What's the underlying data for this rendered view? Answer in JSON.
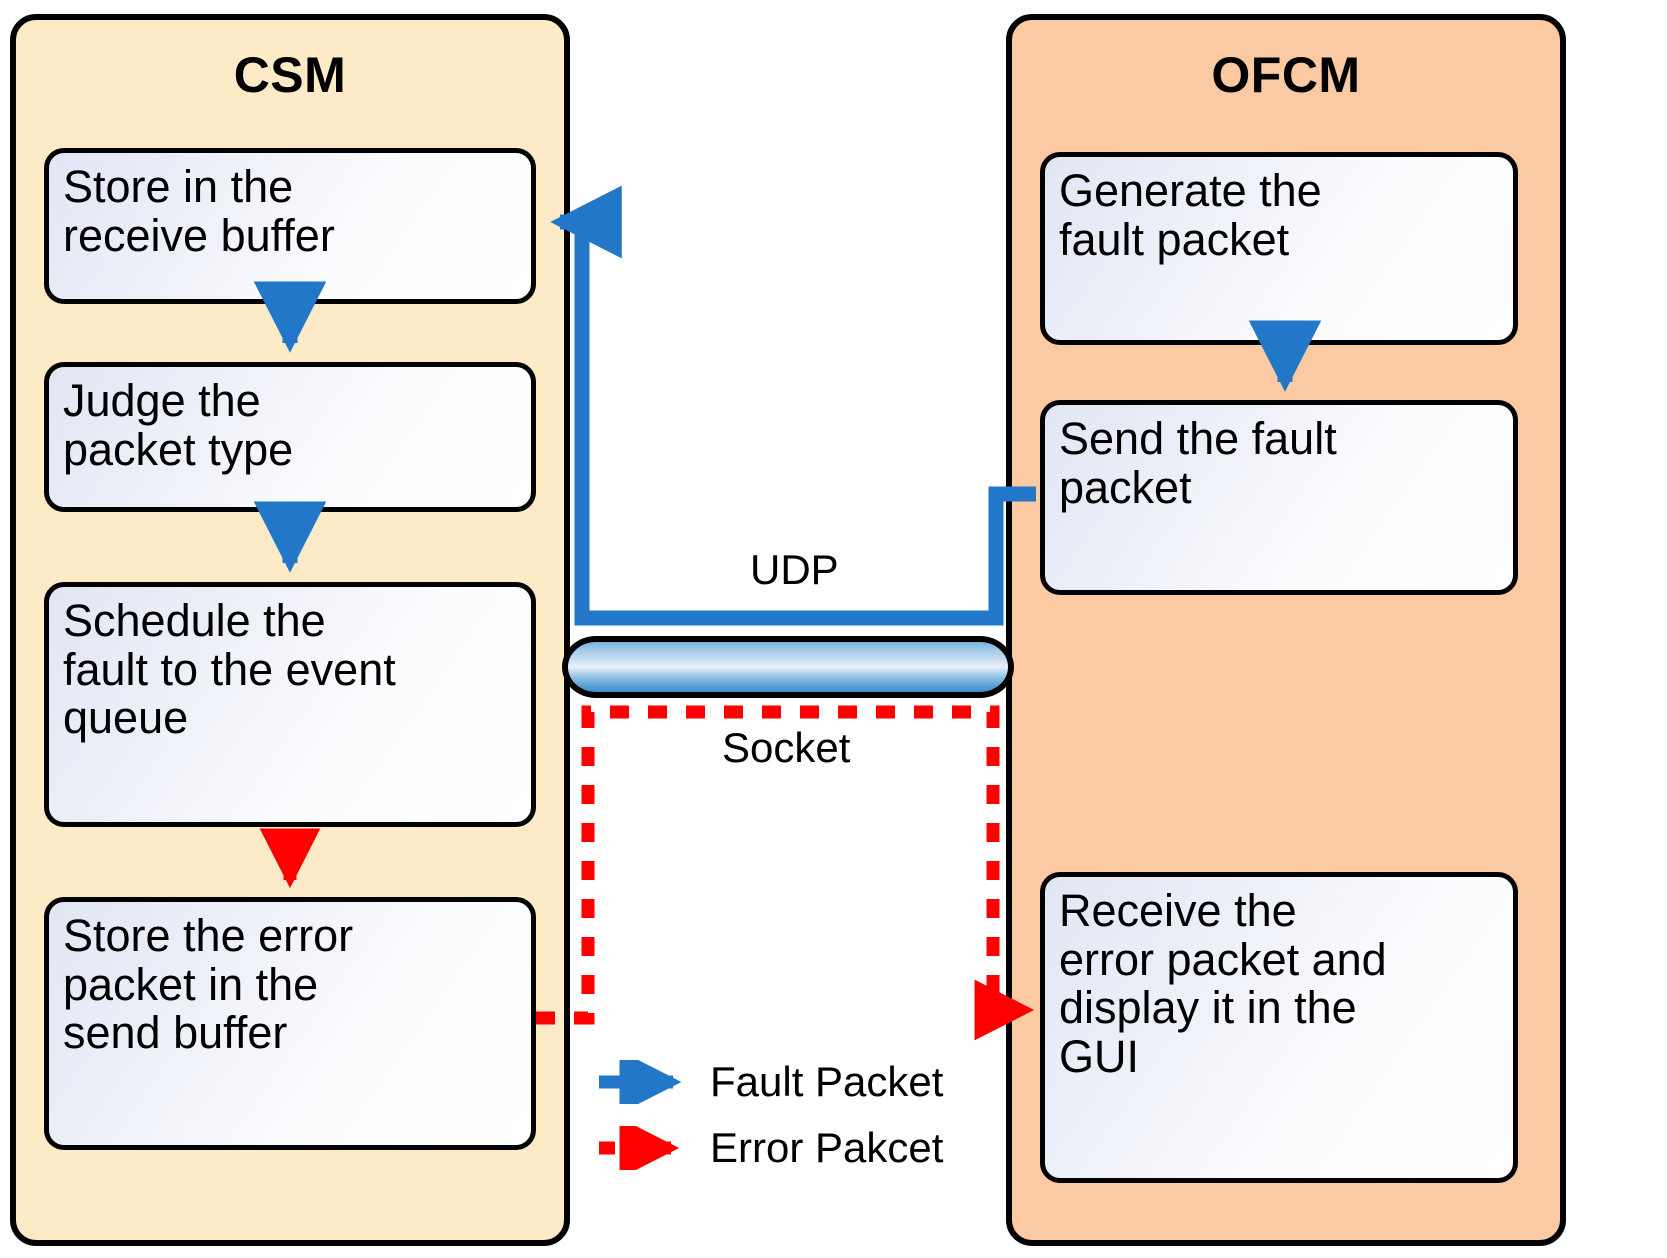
{
  "diagram": {
    "title": "CSM and OFCM fault/error packet exchange over UDP Socket",
    "colors": {
      "csm_panel_fill": "#fdebc8",
      "ofcm_panel_fill": "#fbcaa2",
      "panel_border": "#000000",
      "box_fill": "#f4f6fc",
      "fault_arrow": "#2277c8",
      "error_arrow": "#ff0000",
      "pipe_fill": "#7ab3dd"
    }
  },
  "panels": [
    {
      "id": "csm",
      "title": "CSM",
      "boxes": [
        {
          "id": "store-receive-buffer",
          "lines": [
            "Store in the",
            "receive buffer"
          ]
        },
        {
          "id": "judge-packet-type",
          "lines": [
            "Judge the",
            "packet type"
          ]
        },
        {
          "id": "schedule-fault",
          "lines": [
            "Schedule the",
            "fault to the event",
            "queue"
          ]
        },
        {
          "id": "store-error-packet",
          "lines": [
            "Store the error",
            "packet in the",
            "send buffer"
          ]
        }
      ]
    },
    {
      "id": "ofcm",
      "title": "OFCM",
      "boxes": [
        {
          "id": "generate-fault-packet",
          "lines": [
            "Generate the",
            "fault packet"
          ]
        },
        {
          "id": "send-fault-packet",
          "lines": [
            "Send the fault",
            "packet"
          ]
        },
        {
          "id": "receive-error-packet",
          "lines": [
            "Receive the",
            "error packet and",
            "display it in the",
            "GUI"
          ]
        }
      ]
    }
  ],
  "middle": {
    "udp_label": "UDP",
    "socket_label": "Socket",
    "pipe_name": "socket-pipe"
  },
  "legend": {
    "items": [
      {
        "id": "fault-packet",
        "label": "Fault Packet",
        "style": "solid",
        "color": "#2277c8"
      },
      {
        "id": "error-packet",
        "label": "Error Pakcet",
        "style": "dashed",
        "color": "#ff0000"
      }
    ]
  }
}
